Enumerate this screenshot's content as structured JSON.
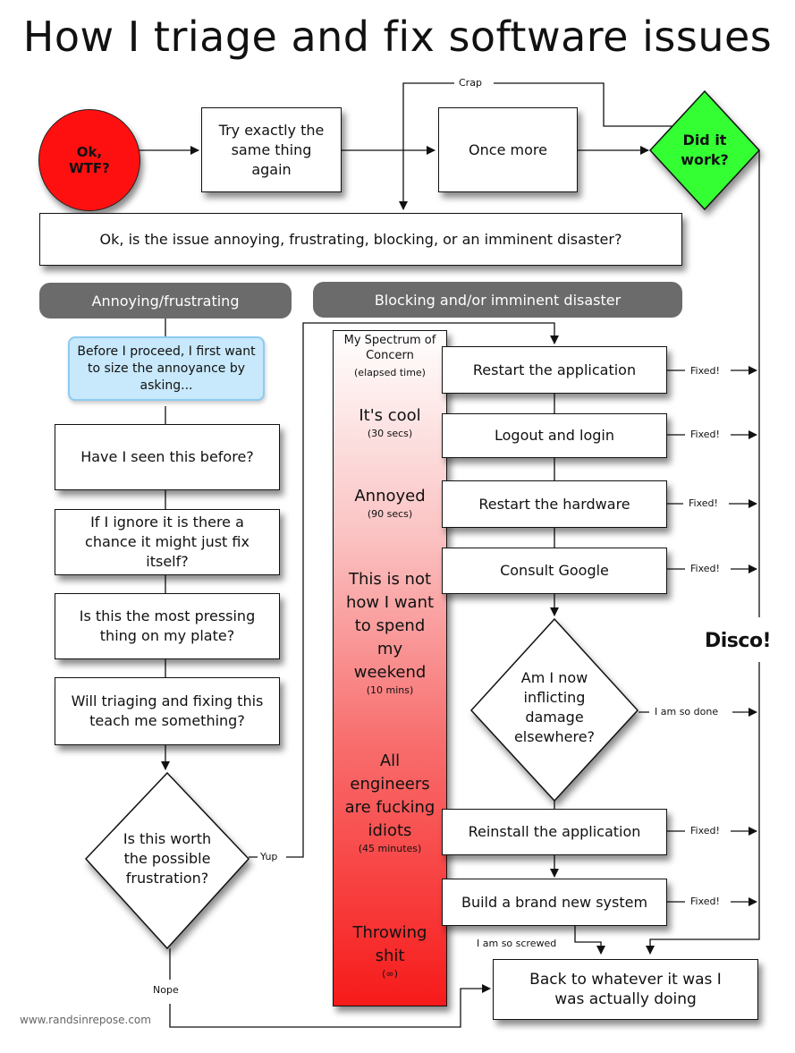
{
  "title": "How I triage and fix software issues",
  "colors": {
    "start_node": "#ff1010",
    "decision_success": "#33ff33",
    "category_pill": "#6b6b6b",
    "bubble_fill": "#c8e8fb",
    "spectrum_top": "#ffffff",
    "spectrum_bottom": "#f71a1a"
  },
  "nodes": {
    "start": "Ok, WTF?",
    "try_again": "Try exactly the same thing again",
    "once_more": "Once more",
    "did_it_work": "Did it work?",
    "classify": "Ok, is the issue annoying, frustrating, blocking, or an imminent disaster?",
    "back_to_work": "Back to whatever it was I was actually doing"
  },
  "edge_labels": {
    "crap": "Crap",
    "yup": "Yup",
    "nope": "Nope",
    "so_done": "I am so done",
    "so_screwed": "I am so screwed",
    "fixed": "Fixed!"
  },
  "categories": {
    "annoying": "Annoying/frustrating",
    "blocking": "Blocking and/or imminent disaster"
  },
  "annoying_branch": {
    "bubble": "Before I proceed, I first want to size the annoyance by asking...",
    "questions": [
      "Have I seen this before?",
      "If I ignore it is there a chance it might just fix itself?",
      "Is this the most pressing thing on my plate?",
      "Will triaging and fixing this teach me something?"
    ],
    "decision": "Is this worth the possible frustration?"
  },
  "blocking_branch": {
    "steps": [
      "Restart the application",
      "Logout and login",
      "Restart the hardware",
      "Consult Google"
    ],
    "decision": "Am I now inflicting damage elsewhere?",
    "late_steps": [
      "Reinstall the application",
      "Build a brand new system"
    ]
  },
  "spectrum": {
    "title": "My Spectrum of Concern",
    "subtitle": "(elapsed time)",
    "levels": [
      {
        "label": "It's cool",
        "time": "(30 secs)"
      },
      {
        "label": "Annoyed",
        "time": "(90 secs)"
      },
      {
        "label": "This is not how I want to spend my weekend",
        "time": "(10 mins)"
      },
      {
        "label": "All engineers are fucking idiots",
        "time": "(45 minutes)"
      },
      {
        "label": "Throwing shit",
        "time": "(∞)"
      }
    ]
  },
  "disco": "Disco!",
  "footer": "www.randsinrepose.com"
}
